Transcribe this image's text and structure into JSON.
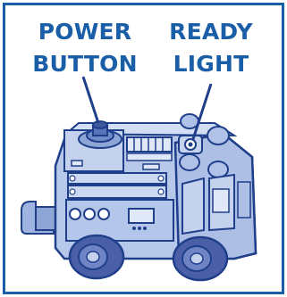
{
  "callouts": {
    "power_button": {
      "line1": "POWER",
      "line2": "BUTTON"
    },
    "ready_light": {
      "line1": "READY",
      "line2": "LIGHT"
    }
  },
  "colors": {
    "frame": "#1a5ea8",
    "label_text": "#1a5ea8",
    "vehicle_body": "#b8c8ea",
    "vehicle_shadow": "#8ea6d6",
    "outline": "#1f3f8a",
    "wheel": "#4b5fa8"
  },
  "illustration": {
    "subject": "toy fire truck robot",
    "icon": "fire-truck-illustration"
  }
}
